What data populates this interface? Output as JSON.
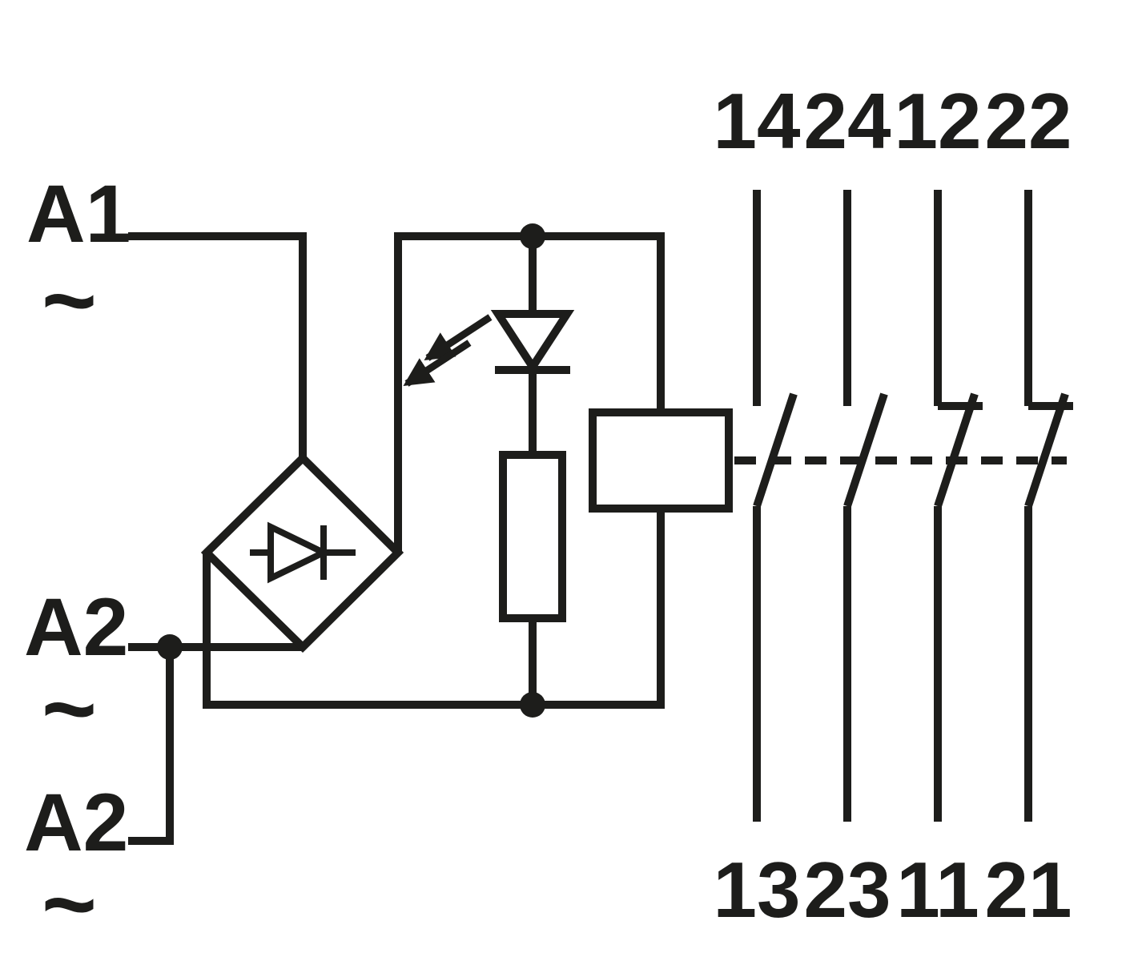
{
  "figure": {
    "name": "relay-module-wiring-diagram",
    "background_color": "#ffffff",
    "line_color": "#1d1d1b"
  },
  "input_terminals": [
    {
      "label": "A1",
      "ac_symbol": "~"
    },
    {
      "label": "A2",
      "ac_symbol": "~"
    },
    {
      "label": "A2",
      "ac_symbol": "~"
    }
  ],
  "contacts": {
    "top_labels": [
      "14",
      "24",
      "12",
      "22"
    ],
    "bottom_labels": [
      "13",
      "23",
      "11",
      "21"
    ],
    "types": [
      "NO",
      "NO",
      "NC",
      "NC"
    ]
  },
  "components": [
    "bridge-rectifier",
    "led-indicator",
    "series-resistor",
    "relay-coil",
    "mechanical-link"
  ]
}
